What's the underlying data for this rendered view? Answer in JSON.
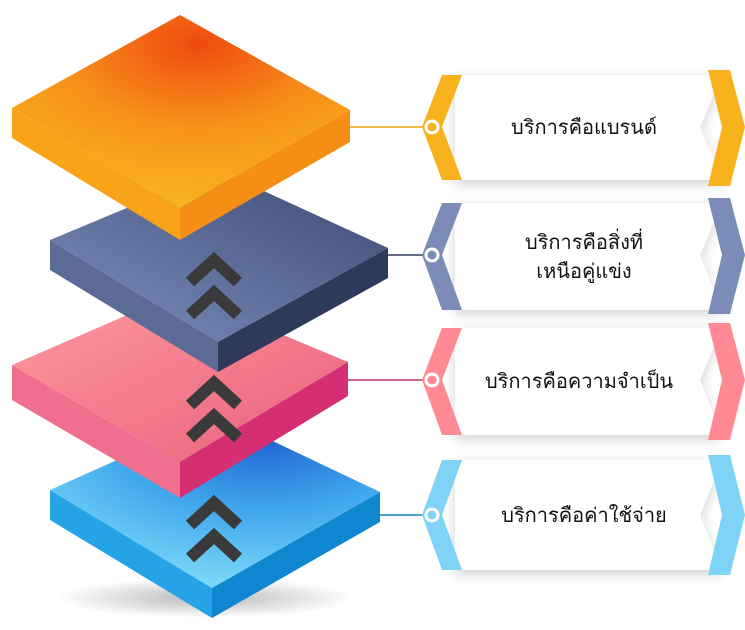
{
  "layers": [
    {
      "id": "brand",
      "label": "บริการคือแบรนด์",
      "color": "#F7B21E",
      "top_color": "#F79A18",
      "dark": "#E5801A"
    },
    {
      "id": "beyond",
      "label": "บริการคือสิ่งที่\nเหนือคู่แข่ง",
      "color": "#7C8CB8",
      "top_color": "#6C7CA8",
      "dark": "#2E3A5A"
    },
    {
      "id": "need",
      "label": "บริการคือความจำเป็น",
      "color": "#FF8A93",
      "top_color": "#F07A88",
      "dark": "#D0306F"
    },
    {
      "id": "cost",
      "label": "บริการคือค่าใช้จ่าย",
      "color": "#7FD4F5",
      "top_color": "#3FA8E8",
      "dark": "#1290D8"
    }
  ],
  "icons": {
    "arrow": "double-chevron-up-icon",
    "connector": "ring-dot-icon"
  }
}
